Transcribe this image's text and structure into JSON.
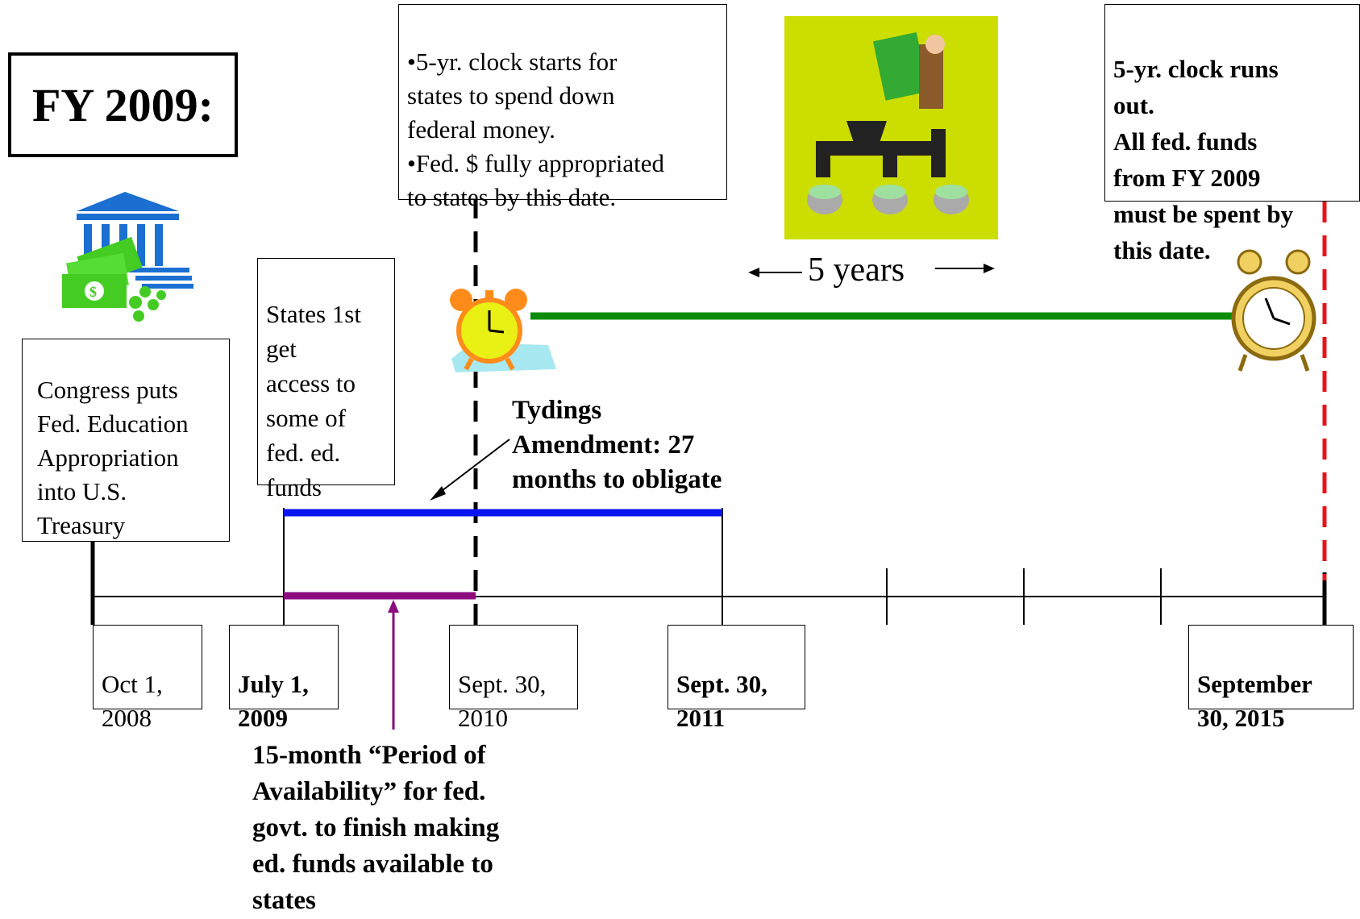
{
  "title": "FY 2009:",
  "boxes": {
    "congress": "Congress puts\nFed. Education\nAppropriation\ninto U.S.\nTreasury",
    "states_first": "States 1st\nget\naccess to\nsome of\nfed. ed.\nfunds",
    "clock_starts": "•5-yr. clock starts  for\nstates to spend down\nfederal money.\n•Fed. $ fully appropriated\nto states by this date.",
    "clock_runs_out": "5-yr. clock runs\nout.\nAll fed. funds\nfrom FY 2009\nmust be spent by\nthis date."
  },
  "labels": {
    "tydings": "Tydings\nAmendment: 27\nmonths to obligate",
    "five_years": "5 years",
    "period_availability": "15-month “Period of\nAvailability” for fed.\ngovt. to finish making\ned. funds available to\nstates"
  },
  "dates": [
    {
      "text": "Oct 1,\n2008",
      "bold": false
    },
    {
      "text": "July 1,\n2009",
      "bold": true
    },
    {
      "text": "Sept. 30,\n2010",
      "bold": false
    },
    {
      "text": "Sept. 30,\n2011",
      "bold": true
    },
    {
      "text": "September\n30, 2015",
      "bold": true
    }
  ],
  "colors": {
    "tydings_bar": "#0a14f0",
    "period_bar": "#8b0a7d",
    "clock_line": "#0a8c0a",
    "deadline_line": "#e8141c",
    "money_bg": "#ccdd00",
    "bank_icon": "#1a6fd1",
    "money_icon": "#44cc22"
  },
  "icons": [
    "bank-money-icon",
    "alarm-clock-icon",
    "money-funnel-icon",
    "ringing-clock-icon"
  ]
}
